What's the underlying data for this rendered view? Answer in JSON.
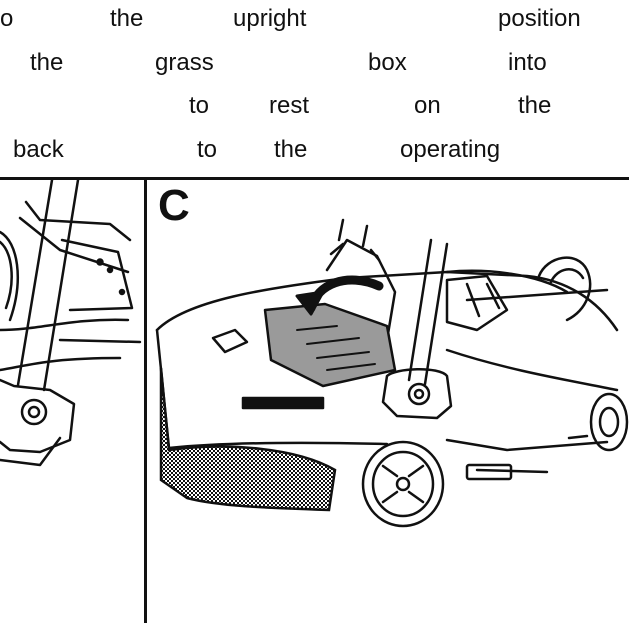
{
  "text_lines": [
    [
      "o",
      "the",
      "upright",
      "position"
    ],
    [
      "the",
      "grass",
      "box",
      "into"
    ],
    [
      "to",
      "rest",
      "on",
      "the"
    ],
    [
      "back",
      "to",
      "the",
      "operating"
    ]
  ],
  "panel": {
    "label": "C"
  },
  "colors": {
    "ink": "#111111",
    "grass_box_fill": "#9a9a9a",
    "background": "#ffffff"
  },
  "icons": [
    "rotate-arrow-icon"
  ]
}
